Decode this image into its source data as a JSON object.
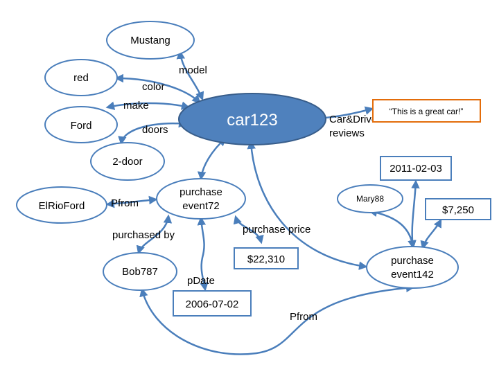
{
  "colors": {
    "edge": "#4a7ebb",
    "node_border": "#4a7ebb",
    "center_fill": "#4f81bd",
    "review_border": "#e36c0a"
  },
  "nodes": {
    "mustang": "Mustang",
    "red": "red",
    "ford": "Ford",
    "two_door": "2-door",
    "car": "car123",
    "review": "“This is a great car!”",
    "elrioford": "ElRioFord",
    "event72_line1": "purchase",
    "event72_line2": "event72",
    "bob": "Bob787",
    "price72": "$22,310",
    "date72": "2006-07-02",
    "date142": "2011-02-03",
    "mary": "Mary88",
    "price142": "$7,250",
    "event142_line1": "purchase",
    "event142_line2": "event142"
  },
  "edges": {
    "model": "model",
    "color": "color",
    "make": "make",
    "doors": "doors",
    "reviews_line1": "Car&Driver",
    "reviews_line2": "reviews",
    "pfrom72": "Pfrom",
    "purchased_by": "purchased by",
    "purchase_price": "purchase price",
    "pdate": "pDate",
    "pfrom142": "Pfrom"
  }
}
